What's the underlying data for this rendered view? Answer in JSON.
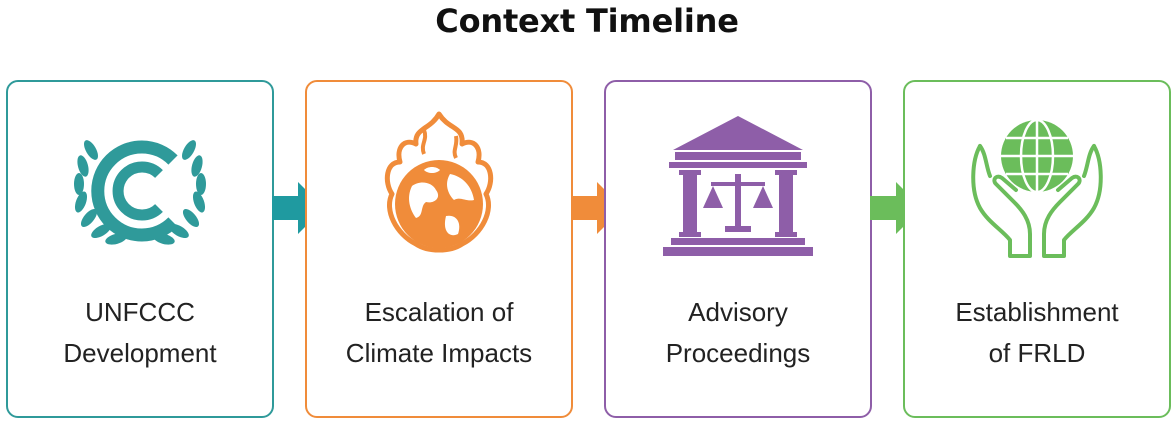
{
  "title": "Context Timeline",
  "steps": [
    {
      "line1": "UNFCCC",
      "line2": "Development",
      "color": "#2f9a9a",
      "icon": "unfccc-logo-icon"
    },
    {
      "line1": "Escalation of",
      "line2": "Climate Impacts",
      "color": "#f08c3a",
      "icon": "burning-globe-icon"
    },
    {
      "line1": "Advisory",
      "line2": "Proceedings",
      "color": "#8e5ea8",
      "icon": "courthouse-scales-icon"
    },
    {
      "line1": "Establishment",
      "line2": "of FRLD",
      "color": "#6bbd5b",
      "icon": "hands-holding-globe-icon"
    }
  ],
  "arrow_colors": [
    "#1f9aa0",
    "#f08c3a",
    "#6bbd5b"
  ]
}
